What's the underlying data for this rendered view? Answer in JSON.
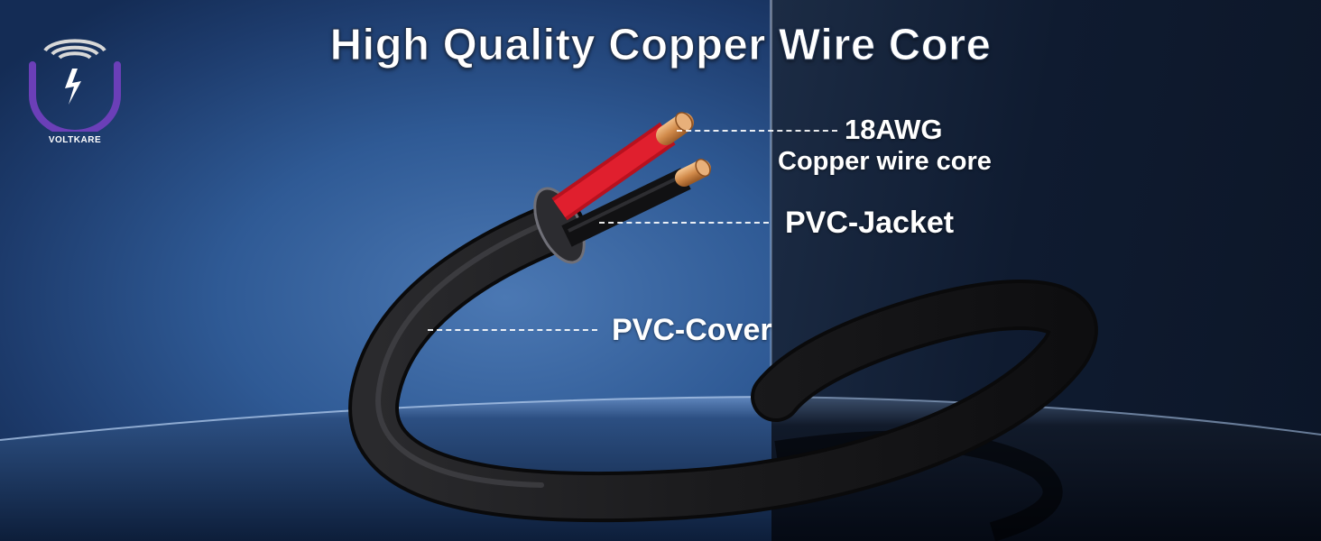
{
  "title": "High Quality Copper Wire Core",
  "logo": {
    "brand": "VOLTKARE",
    "icon": "lightning-bolt-icon"
  },
  "callouts": {
    "core_gauge": "18AWG",
    "core_desc": "Copper wire core",
    "jacket": "PVC-Jacket",
    "cover": "PVC-Cover"
  },
  "colors": {
    "background_left": "#2f5a95",
    "background_right": "#0f1b30",
    "logo_purple": "#6b3fb8",
    "cable_black": "#1c1c1e",
    "wire_red": "#e01f2e",
    "copper": "#d18a4a"
  }
}
